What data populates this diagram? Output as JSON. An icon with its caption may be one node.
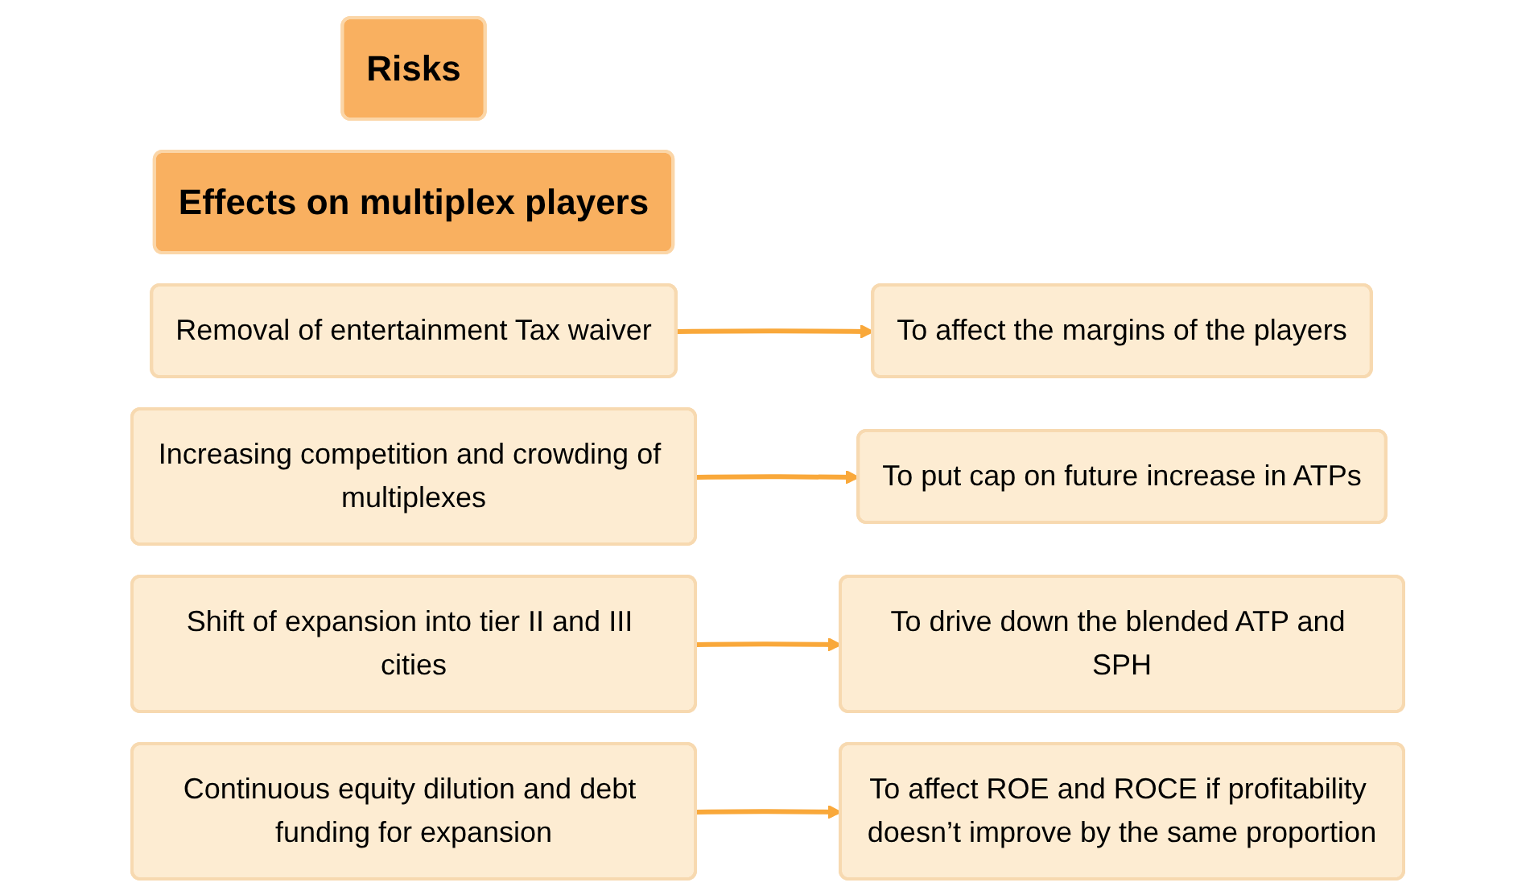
{
  "diagram": {
    "nodes": [
      {
        "text": [
          "Risks"
        ]
      },
      {
        "text": [
          "Effects on multiplex players"
        ]
      },
      {
        "text": [
          "Removal of entertainment Tax waiver"
        ]
      },
      {
        "text": [
          "To affect the margins of the players"
        ]
      },
      {
        "text": [
          "Increasing competition and crowding of multiplexes"
        ]
      },
      {
        "text": [
          "To put cap on future increase in ATPs"
        ]
      },
      {
        "text": [
          "Shift of expansion into tier II and III cities"
        ]
      },
      {
        "text": [
          "To drive down the blended ATP and SPH"
        ]
      },
      {
        "text": [
          "Continuous equity dilution and debt funding for expansion"
        ]
      },
      {
        "text": [
          "To affect ROE and ROCE if profitability doesn’t improve by the same proportion"
        ]
      }
    ],
    "edges": [
      {
        "from": 2,
        "to": 3,
        "arrow": "to"
      },
      {
        "from": 4,
        "to": 5,
        "arrow": "to"
      },
      {
        "from": 6,
        "to": 7,
        "arrow": "to"
      },
      {
        "from": 8,
        "to": 9,
        "arrow": "to"
      }
    ]
  }
}
